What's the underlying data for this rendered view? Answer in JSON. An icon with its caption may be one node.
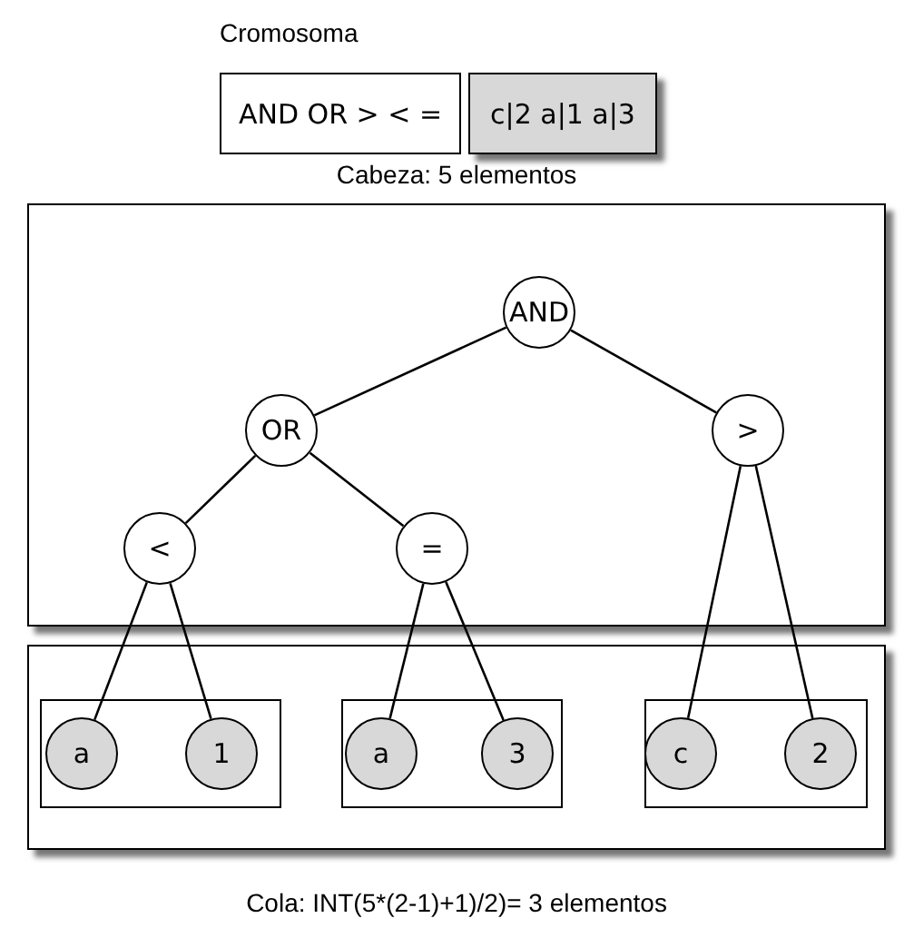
{
  "diagram": {
    "nodes": [
      {
        "text": [
          "AND OR > < ="
        ]
      },
      {
        "text": [
          "c|2 a|1 a|3"
        ]
      },
      {
        "text": [
          "Cabeza: 5 elementos"
        ]
      },
      {
        "text": [
          "AND"
        ],
        "in": 2
      },
      {
        "text": [
          "OR"
        ],
        "in": 2
      },
      {
        "text": [
          ">"
        ],
        "in": 2
      },
      {
        "text": [
          "<"
        ],
        "in": 2
      },
      {
        "text": [
          "="
        ],
        "in": 2
      },
      {
        "text": [
          "Cola: INT(5*(2-1)+1)/2)= 3 elementos"
        ]
      },
      {
        "text": [],
        "shape": "box",
        "in": 8
      },
      {
        "text": [
          "a"
        ],
        "in": 9
      },
      {
        "text": [
          "1"
        ],
        "in": 9
      },
      {
        "text": [],
        "shape": "box",
        "in": 8
      },
      {
        "text": [
          "a"
        ],
        "in": 12
      },
      {
        "text": [
          "3"
        ],
        "in": 12
      },
      {
        "text": [],
        "shape": "box",
        "in": 8
      },
      {
        "text": [
          "c"
        ],
        "in": 15
      },
      {
        "text": [
          "2"
        ],
        "in": 15
      }
    ],
    "edges": [
      {
        "from": 3,
        "to": 4,
        "arrow": "none"
      },
      {
        "from": 3,
        "to": 5,
        "arrow": "none"
      },
      {
        "from": 4,
        "to": 6,
        "arrow": "none"
      },
      {
        "from": 4,
        "to": 7,
        "arrow": "none"
      },
      {
        "from": 6,
        "to": 10,
        "arrow": "none"
      },
      {
        "from": 6,
        "to": 11,
        "arrow": "none"
      },
      {
        "from": 7,
        "to": 13,
        "arrow": "none"
      },
      {
        "from": 7,
        "to": 14,
        "arrow": "none"
      },
      {
        "from": 5,
        "to": 16,
        "arrow": "none"
      },
      {
        "from": 5,
        "to": 17,
        "arrow": "none"
      }
    ],
    "labels": [
      "Cromosoma"
    ]
  }
}
